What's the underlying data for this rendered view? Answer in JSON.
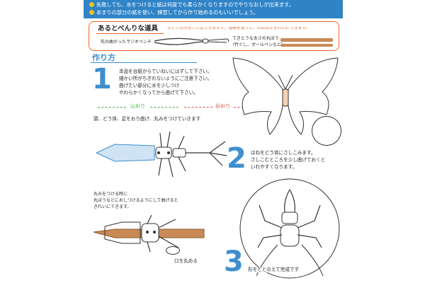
{
  "header": {
    "bullets": [
      "失敗しても、水をつけると紙は何度でも柔らかくなりますのでやりなおしが出来ます。",
      "あまりの部分の紙を使い、練習してから作り始めるのもいいでしょう。"
    ]
  },
  "tools": {
    "title": "あるとべんりな道具",
    "note": "なくても作ることはできますが、道具を使うと、お目目がきれいにできます。",
    "pliers_label": "先の曲がったラジオペンチ",
    "stick_label_1": "てきとうな太さの丸ぼう",
    "stick_label_2": "（竹ぐし、ボールペンなど）"
  },
  "howto": {
    "title": "作り方",
    "step1_number": "1",
    "step1_lines": [
      "本品を台紙からていねいにはずして下さい。",
      "細かい所がちぎれないようにご注意下さい。",
      "曲げたい部分に水を少しつけ",
      "やわらかくなってから曲げて下さい。"
    ],
    "legend_mountain": "山おり",
    "legend_valley": "谷おり",
    "step1_caption": "頭、どう体、足をおり曲げ、丸みをつけていきます",
    "round_note": [
      "丸みをつける時に",
      "丸ぼうなどにおしつけるようにして曲げると",
      "きれいにできます。"
    ],
    "mouth_caption": "口を丸める",
    "step2_number": "2",
    "step2_lines": [
      "はねをどう体にさしこみます。",
      "さしこむところを少し曲げておくと",
      "いれやすくなります。"
    ],
    "step3_number": "3",
    "step3_caption": "形をととのえて完成です"
  },
  "colors": {
    "header_bg": "#2f83c7",
    "accent_orange": "#e8662a",
    "accent_blue": "#3d8fd0",
    "mountain_green": "#4fae4a",
    "valley_red": "#e0544a",
    "bullet_yellow": "#f2c318"
  }
}
